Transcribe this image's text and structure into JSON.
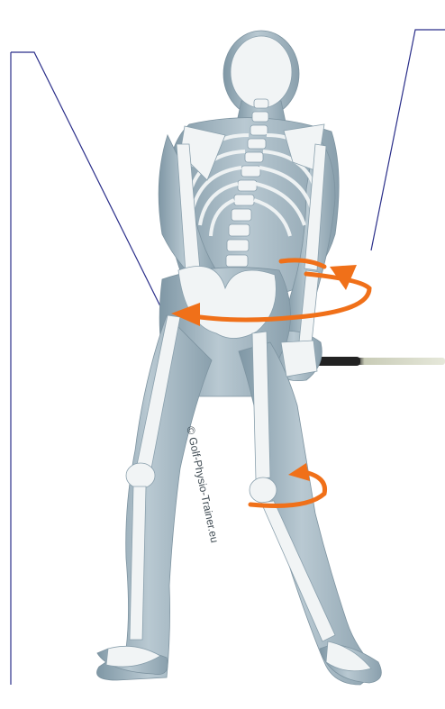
{
  "figure": {
    "watermark": "© Golf-Physio-Trainer.eu",
    "colors": {
      "body": "#9fb3bf",
      "bone": "#f1f4f5",
      "arrow": "#f07019",
      "leader_line": "#2b2f8a"
    },
    "annotations": [
      {
        "id": "left-leader",
        "label": ""
      },
      {
        "id": "right-leader",
        "label": ""
      }
    ],
    "rotation_arrows": [
      "hip-rotation-arrow",
      "thorax-rotation-arrow",
      "knee-rotation-arrow"
    ]
  }
}
